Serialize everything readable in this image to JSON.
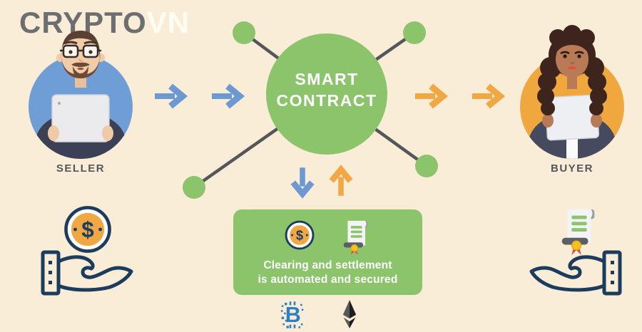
{
  "logo": {
    "text_primary": "CRYPTO",
    "text_secondary": "VN"
  },
  "participants": {
    "seller_label": "SELLER",
    "buyer_label": "BUYER"
  },
  "hub": {
    "title_line1": "SMART",
    "title_line2": "CONTRACT"
  },
  "clearing_box": {
    "caption_line1": "Clearing and settlement",
    "caption_line2": "is automated and secured"
  },
  "symbols": {
    "dollar": "$",
    "bitcoin": "B"
  },
  "icons": {
    "dollar_coin": "dollar-coin-icon",
    "certificate_scroll": "certificate-scroll-icon",
    "open_hand": "hand-icon",
    "bitcoin": "bitcoin-icon",
    "ethereum": "ethereum-icon",
    "network_node": "network-node"
  },
  "colors": {
    "background": "#f9edd8",
    "brand_green": "#8cc46c",
    "arrow_blue": "#6d99d3",
    "arrow_orange": "#f1a844",
    "seller_circle_blue": "#6f9ed7",
    "buyer_circle_orange": "#f0a73e",
    "outline_navy": "#1c3c5e",
    "connector_gray": "#55565a",
    "label_gray": "#55565a",
    "logo_gray": "#6d6e71",
    "logo_light": "#fffdf2",
    "bitcoin_blue": "#2e7fc2",
    "seal_yellow": "#f5c21d",
    "ribbon_red": "#d9534f"
  }
}
